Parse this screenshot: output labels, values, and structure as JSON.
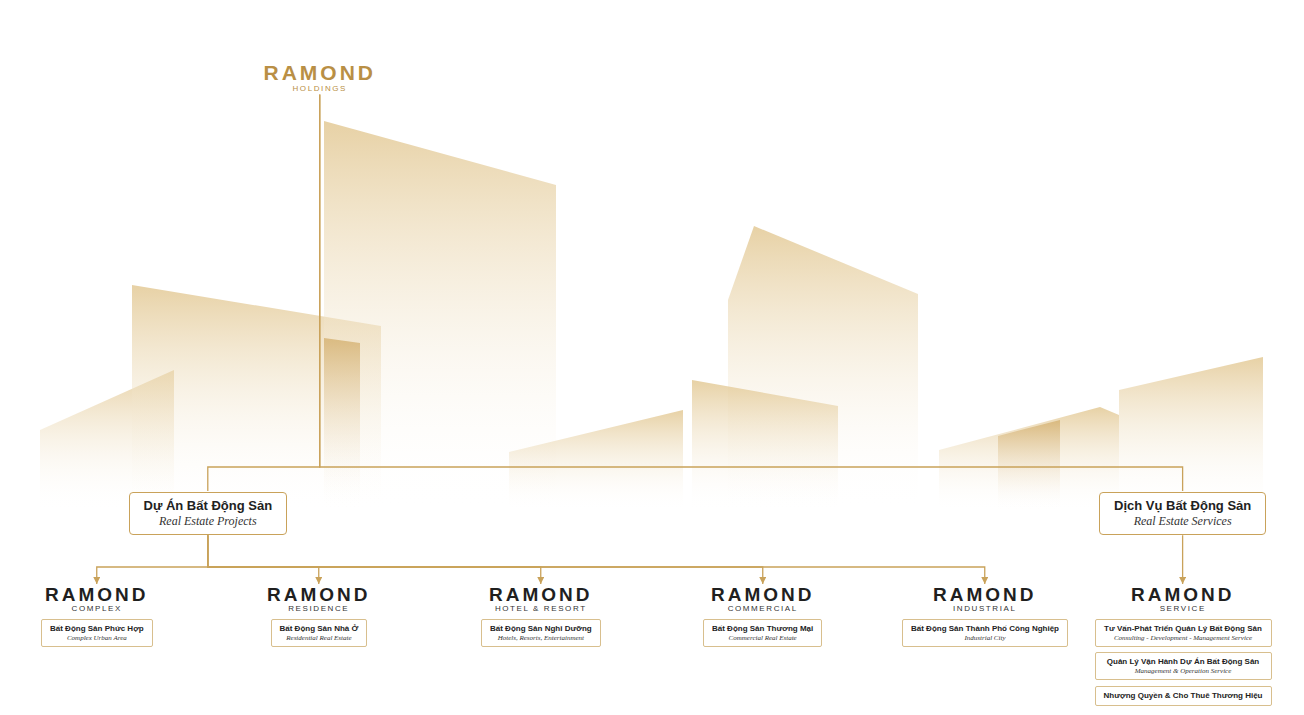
{
  "diagram": {
    "nodes": [
      {
        "text": [
          "RAMOND",
          "HOLDINGS"
        ]
      },
      {
        "text": [
          "Dự Án Bất Động Sản",
          "Real Estate Projects"
        ]
      },
      {
        "text": [
          "Dịch Vụ Bất Động Sản",
          "Real Estate Services"
        ]
      },
      {
        "text": [
          "RAMOND",
          "COMPLEX"
        ]
      },
      {
        "text": [
          "Bất Động Sản Phức Hợp",
          "Complex Urban Area"
        ]
      },
      {
        "text": [
          "RAMOND",
          "RESIDENCE"
        ]
      },
      {
        "text": [
          "Bất Động Sản Nhà Ở",
          "Residential Real Estate"
        ]
      },
      {
        "text": [
          "RAMOND",
          "HOTEL & RESORT"
        ]
      },
      {
        "text": [
          "Bất Động Sản Nghỉ Dưỡng",
          "Hotels, Resorts, Entertainment"
        ]
      },
      {
        "text": [
          "RAMOND",
          "COMMERCIAL"
        ]
      },
      {
        "text": [
          "Bất Động Sản Thương Mại",
          "Commercial Real Estate"
        ]
      },
      {
        "text": [
          "RAMOND",
          "INDUSTRIAL"
        ]
      },
      {
        "text": [
          "Bất Động Sản Thành Phố Công Nghiệp",
          "Industrial City"
        ]
      },
      {
        "text": [
          "RAMOND",
          "SERVICE"
        ]
      },
      {
        "text": [
          "Tư Vấn-Phát Triển Quản Lý Bất Động Sản",
          "Consulting - Development - Management Service"
        ]
      },
      {
        "text": [
          "Quản Lý Vận Hành Dự Án Bất Động Sản",
          "Management & Operation Service"
        ]
      },
      {
        "text": [
          "Nhượng Quyền & Cho Thuê Thương Hiệu"
        ]
      }
    ],
    "edges": [
      {
        "from": 0,
        "to": 1,
        "arrow": "none"
      },
      {
        "from": 0,
        "to": 2,
        "arrow": "none"
      },
      {
        "from": 1,
        "to": 3,
        "arrow": "to"
      },
      {
        "from": 1,
        "to": 5,
        "arrow": "to"
      },
      {
        "from": 1,
        "to": 7,
        "arrow": "to"
      },
      {
        "from": 1,
        "to": 9,
        "arrow": "to"
      },
      {
        "from": 1,
        "to": 11,
        "arrow": "to"
      },
      {
        "from": 2,
        "to": 13,
        "arrow": "to"
      }
    ]
  }
}
